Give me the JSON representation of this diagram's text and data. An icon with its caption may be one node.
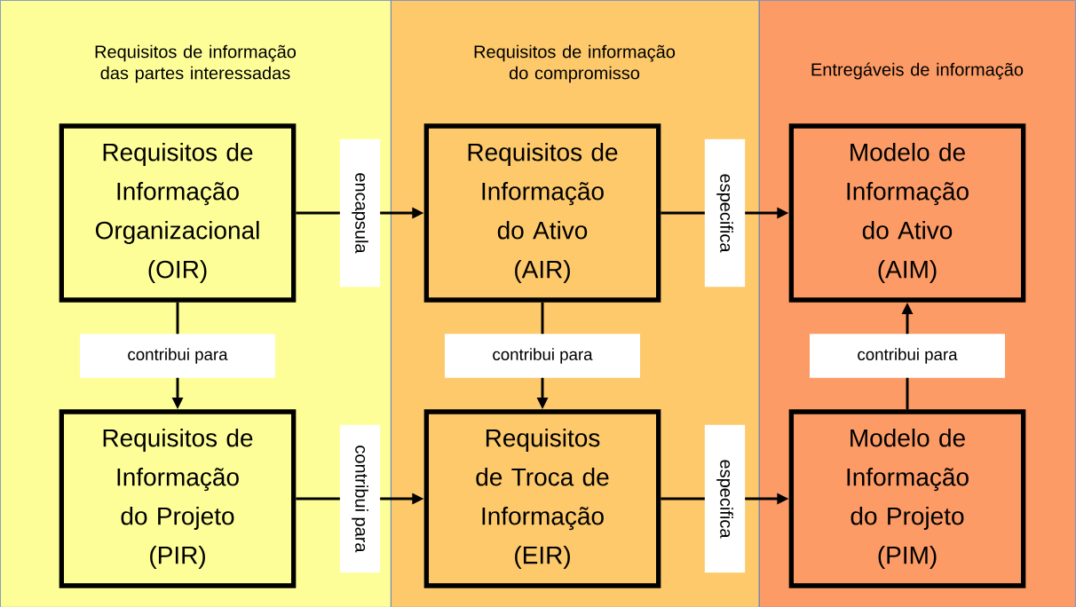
{
  "diagram": {
    "nodes": [
      {
        "text": [
          "Requisitos de informação das partes interessadas"
        ]
      },
      {
        "text": [
          "Requisitos de informação do compromisso"
        ]
      },
      {
        "text": [
          "Entregáveis de informação"
        ]
      },
      {
        "text": [
          "Requisitos de Informação Organizacional",
          "(OIR)"
        ],
        "in": 0
      },
      {
        "text": [
          "Requisitos de Informação do Projeto",
          "(PIR)"
        ],
        "in": 0
      },
      {
        "text": [
          "Requisitos de Informação do Ativo",
          "(AIR)"
        ],
        "in": 1
      },
      {
        "text": [
          "Requisitos de Troca de Informação",
          "(EIR)"
        ],
        "in": 1
      },
      {
        "text": [
          "Modelo de Informação do Ativo",
          "(AIM)"
        ],
        "in": 2
      },
      {
        "text": [
          "Modelo de Informação do Projeto",
          "(PIM)"
        ],
        "in": 2
      }
    ],
    "edges": [
      {
        "from": 3,
        "to": 5,
        "arrow": "to",
        "label": "encapsula"
      },
      {
        "from": 5,
        "to": 7,
        "arrow": "to",
        "label": "especifica"
      },
      {
        "from": 3,
        "to": 4,
        "arrow": "to",
        "label": "contribui para"
      },
      {
        "from": 5,
        "to": 6,
        "arrow": "to",
        "label": "contribui para"
      },
      {
        "from": 8,
        "to": 7,
        "arrow": "to",
        "label": "contribui para"
      },
      {
        "from": 4,
        "to": 6,
        "arrow": "to",
        "label": "contribui para"
      },
      {
        "from": 6,
        "to": 8,
        "arrow": "to",
        "label": "especifica"
      }
    ]
  }
}
